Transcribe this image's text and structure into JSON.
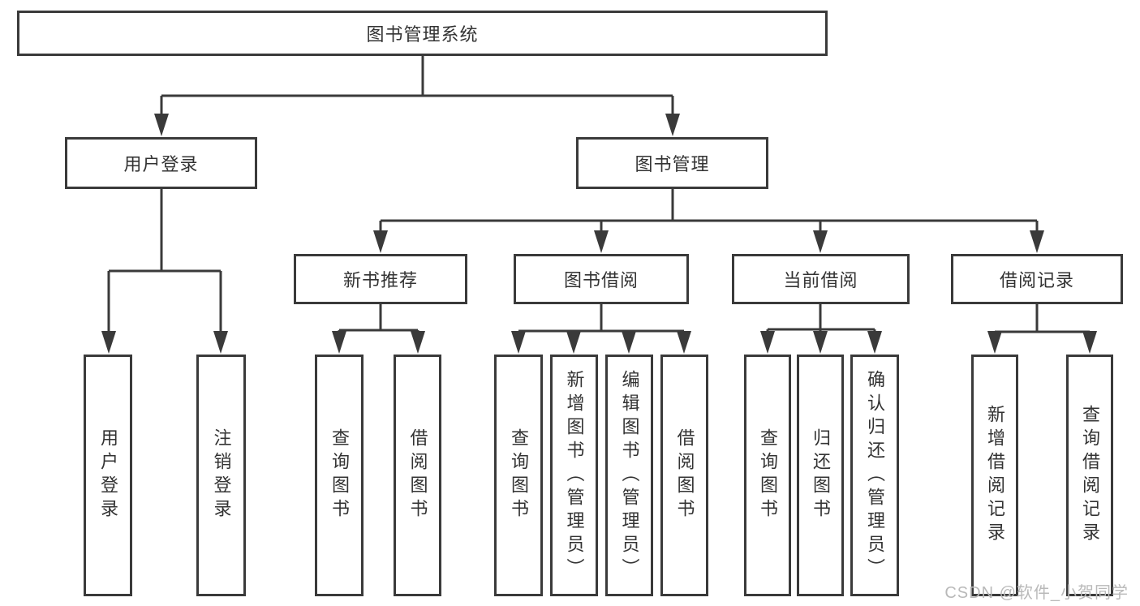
{
  "diagram_type": "hierarchy-tree",
  "tree": {
    "root": {
      "label": "图书管理系统",
      "children": [
        {
          "label": "用户登录",
          "children": [
            {
              "label": "用户登录"
            },
            {
              "label": "注销登录"
            }
          ]
        },
        {
          "label": "图书管理",
          "children": [
            {
              "label": "新书推荐",
              "children": [
                {
                  "label": "查询图书"
                },
                {
                  "label": "借阅图书"
                }
              ]
            },
            {
              "label": "图书借阅",
              "children": [
                {
                  "label": "查询图书"
                },
                {
                  "label": "新增图书（管理员）"
                },
                {
                  "label": "编辑图书（管理员）"
                },
                {
                  "label": "借阅图书"
                }
              ]
            },
            {
              "label": "当前借阅",
              "children": [
                {
                  "label": "查询图书"
                },
                {
                  "label": "归还图书"
                },
                {
                  "label": "确认归还（管理员）"
                }
              ]
            },
            {
              "label": "借阅记录",
              "children": [
                {
                  "label": "新增借阅记录"
                },
                {
                  "label": "查询借阅记录"
                }
              ]
            }
          ]
        }
      ]
    }
  },
  "watermark": {
    "text": "CSDN @软件_小贺同学",
    "color": "#b9b9b9"
  },
  "colors": {
    "line": "#3a3a3a",
    "text": "#333333",
    "box_background": "#ffffff",
    "page_background": "#ffffff"
  }
}
